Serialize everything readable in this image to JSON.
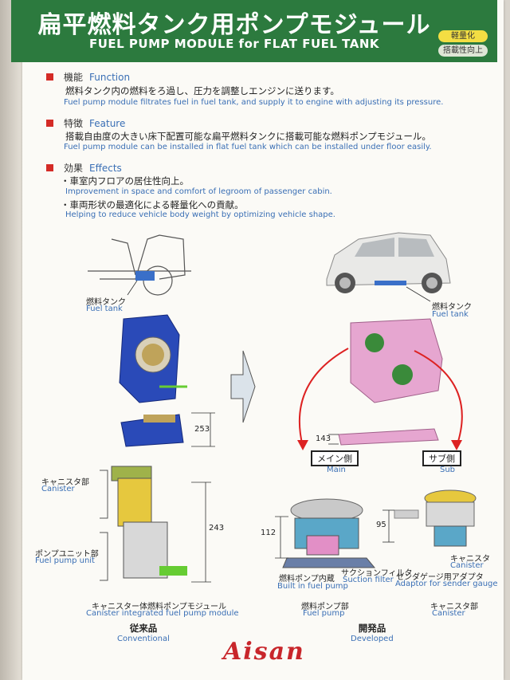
{
  "header": {
    "title_jp": "扁平燃料タンク用ポンプモジュール",
    "title_en": "FUEL PUMP MODULE for FLAT FUEL TANK",
    "badge1": "軽量化",
    "badge2": "搭載性向上"
  },
  "function": {
    "heading_jp": "機能",
    "heading_en": "Function",
    "text_jp": "燃料タンク内の燃料をろ過し、圧力を調整しエンジンに送ります。",
    "text_en": "Fuel pump module filtrates fuel in fuel tank, and supply it to engine with adjusting its pressure."
  },
  "feature": {
    "heading_jp": "特徴",
    "heading_en": "Feature",
    "text_jp": "搭載自由度の大きい床下配置可能な扁平燃料タンクに搭載可能な燃料ポンプモジュール。",
    "text_en": "Fuel pump module can be installed in flat fuel tank which can be installed under floor easily."
  },
  "effects": {
    "heading_jp": "効果",
    "heading_en": "Effects",
    "item1_jp": "・車室内フロアの居住性向上。",
    "item1_en": "Improvement in space and comfort of legroom of passenger cabin.",
    "item2_jp": "・車両形状の最適化による軽量化への貢献。",
    "item2_en": "Helping to reduce vehicle body weight by optimizing vehicle shape."
  },
  "diagram": {
    "left_tank_jp": "燃料タンク",
    "left_tank_en": "Fuel tank",
    "right_tank_jp": "燃料タンク",
    "right_tank_en": "Fuel tank",
    "dim_253": "253",
    "dim_143": "143",
    "main_jp": "メイン側",
    "main_en": "Main",
    "sub_jp": "サブ側",
    "sub_en": "Sub",
    "canister_jp": "キャニスタ部",
    "canister_en": "Canister",
    "pump_unit_jp": "ポンプユニット部",
    "pump_unit_en": "Fuel pump unit",
    "dim_243": "243",
    "dim_112": "112",
    "dim_95": "95",
    "builtin_jp": "燃料ポンプ内蔵",
    "builtin_en": "Built in fuel pump",
    "suction_jp": "サクションフィルタ",
    "suction_en": "Suction filter",
    "canister2_jp": "キャニスタ",
    "canister2_en": "Canister",
    "adaptor_jp": "センダゲージ用アダプタ",
    "adaptor_en": "Adaptor for sender gauge",
    "left_caption_jp": "キャニスター体燃料ポンプモジュール",
    "left_caption_en": "Canister integrated fuel pump module",
    "mid_caption_jp": "燃料ポンプ部",
    "mid_caption_en": "Fuel pump",
    "right_caption_jp": "キャニスタ部",
    "right_caption_en": "Canister",
    "conventional_jp": "従来品",
    "conventional_en": "Conventional",
    "developed_jp": "開発品",
    "developed_en": "Developed"
  },
  "logo": "Aisan"
}
